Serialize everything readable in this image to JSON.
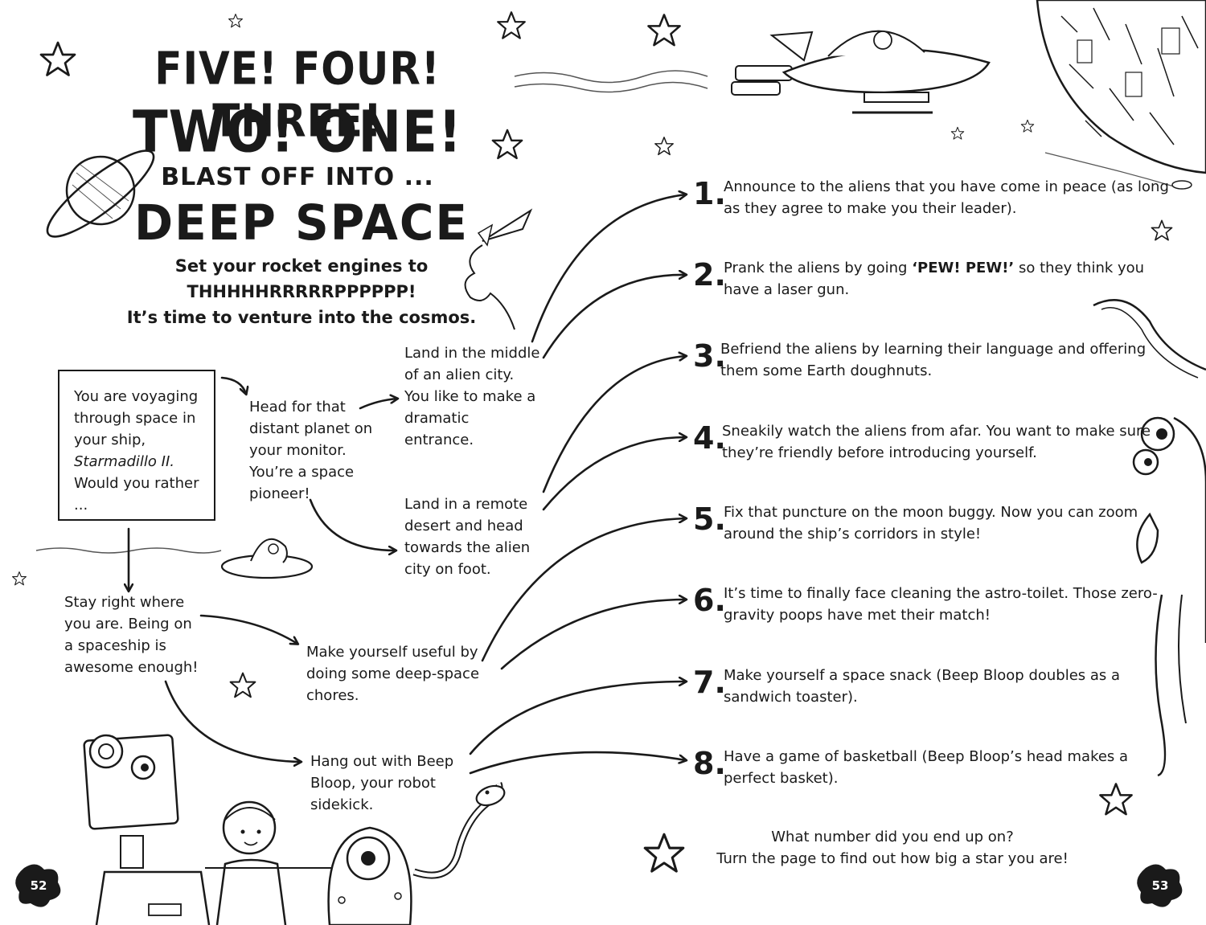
{
  "title": {
    "line1": "FIVE! FOUR! THREE!",
    "line2": "TWO! ONE!",
    "line3": "BLAST OFF INTO ...",
    "line4": "DEEP SPACE"
  },
  "intro": {
    "line1": "Set your rocket engines to",
    "line2": "THHHHHRRRRRPPPPPP!",
    "line3": "It’s time to venture into the cosmos."
  },
  "start_box": {
    "text_before": "You are voyaging through space in your ship,",
    "ship_name": "Starmadillo II.",
    "question": "Would you rather ..."
  },
  "choices": {
    "head_planet": "Head for that distant planet on your monitor. You’re a space pioneer!",
    "land_city": "Land in the middle of an alien city. You like to make a dramatic entrance.",
    "land_desert": "Land in a remote desert and head towards the alien city on foot.",
    "stay": "Stay right where you are. Being on a spaceship is awesome enough!",
    "chores": "Make yourself useful by doing some deep-space chores.",
    "hangout": "Hang out with Beep Bloop, your robot sidekick."
  },
  "outcomes": [
    {
      "num": "1.",
      "text": "Announce to the aliens that you have come in peace (as long as they agree to make you their leader)."
    },
    {
      "num": "2.",
      "pre": "Prank the aliens by going ",
      "bold": "‘PEW! PEW!’",
      "post": " so they think you have a laser gun."
    },
    {
      "num": "3.",
      "text": "Befriend the aliens by learning their language and offering them some Earth doughnuts."
    },
    {
      "num": "4.",
      "text": "Sneakily watch the aliens from afar. You want to make sure they’re friendly before introducing yourself."
    },
    {
      "num": "5.",
      "text": "Fix that puncture on the moon buggy. Now you can zoom around the ship’s corridors in style!"
    },
    {
      "num": "6.",
      "text": "It’s time to finally face cleaning the astro-toilet. Those zero-gravity poops have met their match!"
    },
    {
      "num": "7.",
      "text": "Make yourself a space snack (Beep Bloop doubles as a sandwich toaster)."
    },
    {
      "num": "8.",
      "text": "Have a game of basketball (Beep Bloop’s head makes a perfect basket)."
    }
  ],
  "footer": {
    "line1": "What number did you end up on?",
    "line2": "Turn the page to find out how big a star you are!"
  },
  "page_numbers": {
    "left": "52",
    "right": "53"
  }
}
